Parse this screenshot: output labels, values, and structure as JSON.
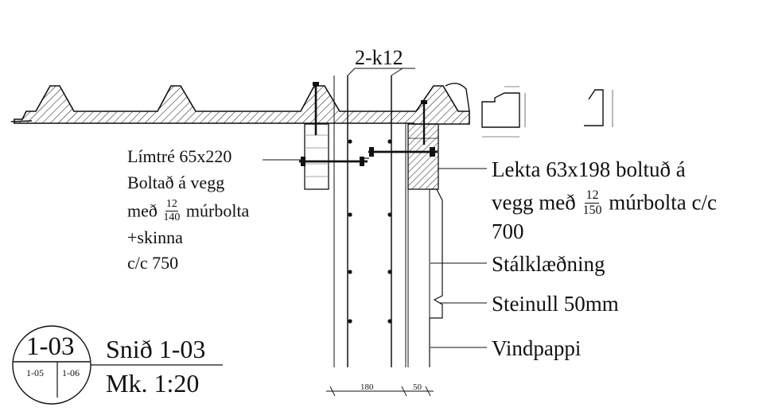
{
  "rebar_label": "2-k12",
  "left_note": {
    "line1": "Límtré 65x220",
    "line2": "Boltað á vegg",
    "line3_pre": "með",
    "line3_num": "12",
    "line3_den": "140",
    "line3_post": "múrbolta",
    "line4": "+skinna",
    "line5": "c/c 750"
  },
  "right_notes": {
    "lekta_line1": "Lekta 63x198 boltuð á",
    "lekta_line2_pre": "vegg með",
    "lekta_line2_num": "12",
    "lekta_line2_den": "150",
    "lekta_line2_post": "múrbolta c/c",
    "lekta_line3": "700",
    "stal": "Stálklæðning",
    "steinull": "Steinull 50mm",
    "vindpappi": "Vindpappi"
  },
  "section_marker": {
    "main": "1-03",
    "ref_left": "1-05",
    "ref_right": "1-06",
    "title": "Snið 1-03",
    "scale": "Mk. 1:20"
  },
  "dimensions": {
    "wall": "180",
    "insulation": "50"
  }
}
